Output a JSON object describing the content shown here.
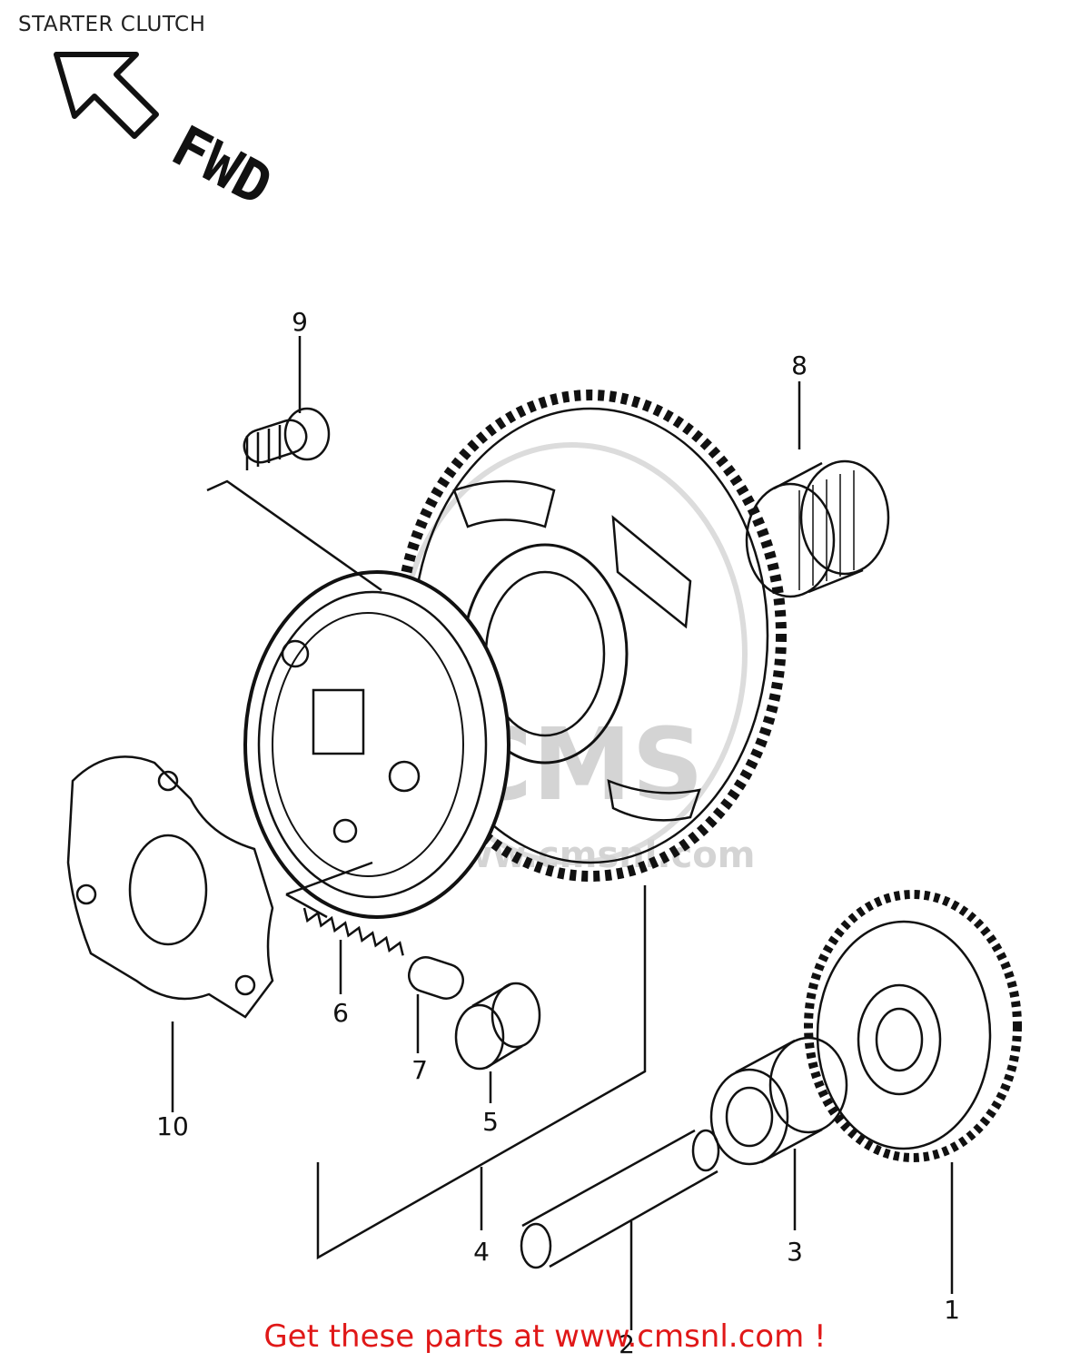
{
  "title": "STARTER CLUTCH",
  "direction_label": "FWD",
  "callouts": [
    "1",
    "2",
    "3",
    "4",
    "5",
    "6",
    "7",
    "8",
    "9",
    "10"
  ],
  "watermark": {
    "logo": "CMS",
    "url": "www.cmsnl.com"
  },
  "cta": "Get these parts at www.cmsnl.com !",
  "colors": {
    "cta": "#e01818",
    "line": "#111111",
    "watermark": "#d4d4d4"
  }
}
